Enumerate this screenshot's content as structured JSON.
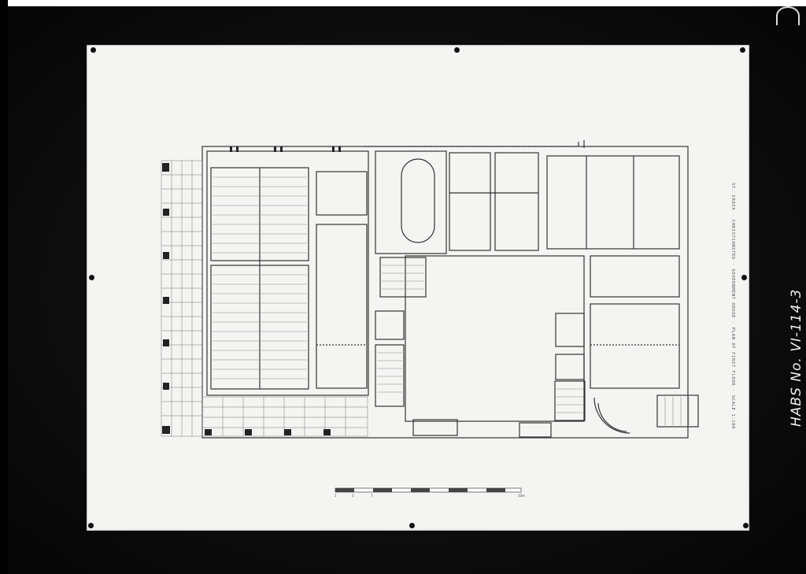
{
  "document": {
    "archive_mark": "HABS No. VI-114-3",
    "title_block": "ST. CROIX · CHRISTIANSTED · GOVERNMENT HOUSE · PLAN OF FIRST FLOOR · SCALE 1:100",
    "scale_bar": {
      "start": "1",
      "mid1": "5",
      "mid2": "7",
      "end": "10m"
    }
  },
  "colors": {
    "background": "#111111",
    "paper": "#f4f4f2",
    "ink": "#333333"
  }
}
